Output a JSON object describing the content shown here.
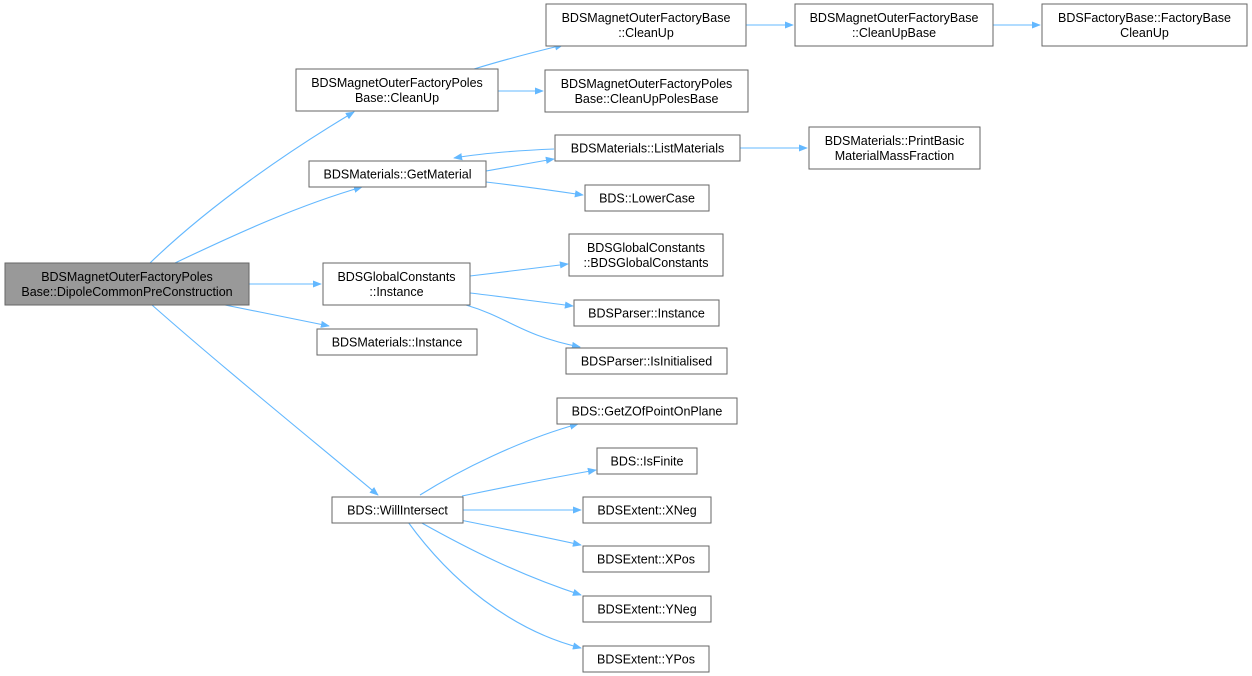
{
  "graph": {
    "nodes": {
      "root": [
        "BDSMagnetOuterFactoryPoles",
        "Base::DipoleCommonPreConstruction"
      ],
      "cleanup_poles": [
        "BDSMagnetOuterFactoryPoles",
        "Base::CleanUp"
      ],
      "get_material": [
        "BDSMaterials::GetMaterial"
      ],
      "global_instance": [
        "BDSGlobalConstants",
        "::Instance"
      ],
      "materials_instance": [
        "BDSMaterials::Instance"
      ],
      "will_intersect": [
        "BDS::WillIntersect"
      ],
      "outer_cleanup": [
        "BDSMagnetOuterFactoryBase",
        "::CleanUp"
      ],
      "outer_cleanup_base": [
        "BDSMagnetOuterFactoryBase",
        "::CleanUpBase"
      ],
      "factory_cleanup": [
        "BDSFactoryBase::FactoryBase",
        "CleanUp"
      ],
      "cleanup_poles_base": [
        "BDSMagnetOuterFactoryPoles",
        "Base::CleanUpPolesBase"
      ],
      "list_materials": [
        "BDSMaterials::ListMaterials"
      ],
      "print_basic": [
        "BDSMaterials::PrintBasic",
        "MaterialMassFraction"
      ],
      "lower_case": [
        "BDS::LowerCase"
      ],
      "global_ctor": [
        "BDSGlobalConstants",
        "::BDSGlobalConstants"
      ],
      "parser_instance": [
        "BDSParser::Instance"
      ],
      "parser_initialised": [
        "BDSParser::IsInitialised"
      ],
      "get_z": [
        "BDS::GetZOfPointOnPlane"
      ],
      "is_finite": [
        "BDS::IsFinite"
      ],
      "xneg": [
        "BDSExtent::XNeg"
      ],
      "xpos": [
        "BDSExtent::XPos"
      ],
      "yneg": [
        "BDSExtent::YNeg"
      ],
      "ypos": [
        "BDSExtent::YPos"
      ]
    },
    "colors": {
      "edge": "#63b8ff",
      "node_border": "#666666",
      "root_fill": "#999999",
      "node_fill": "#ffffff"
    }
  }
}
